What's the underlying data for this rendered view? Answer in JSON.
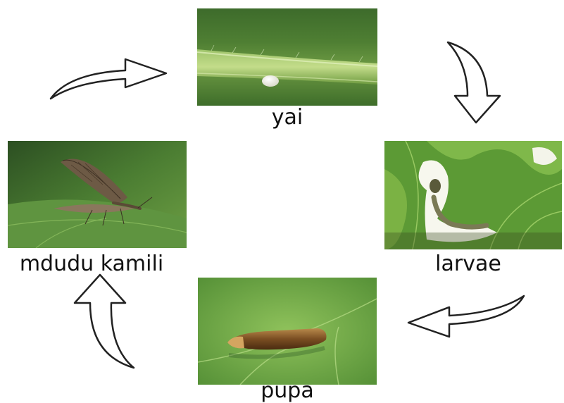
{
  "stages": {
    "egg": {
      "label": "yai"
    },
    "larva": {
      "label": "larvae"
    },
    "pupa": {
      "label": "pupa"
    },
    "adult": {
      "label": "mdudu kamili"
    }
  },
  "colors": {
    "leaf_dark": "#2f5a24",
    "leaf_mid": "#5f8f3a",
    "leaf_light": "#a9cc72",
    "arrow_stroke": "#222222",
    "label_text": "#111111"
  },
  "icons": {
    "arrows": [
      "curved-arrow-icon"
    ]
  }
}
